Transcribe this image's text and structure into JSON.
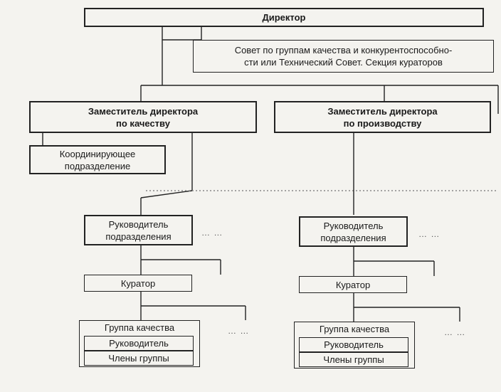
{
  "director": "Директор",
  "council": {
    "line1": "Совет по группам качества и конкурентоспособно-",
    "line2": "сти или Технический Совет. Секция кураторов"
  },
  "deputy_quality": {
    "line1": "Заместитель директора",
    "line2": "по качеству"
  },
  "deputy_production": {
    "line1": "Заместитель директора",
    "line2": "по производству"
  },
  "coordinating_unit": {
    "line1": "Координирующее",
    "line2": "подразделение"
  },
  "left_branch": {
    "head": {
      "line1": "Руководитель",
      "line2": "подразделения"
    },
    "curator": "Куратор",
    "group": {
      "title": "Группа качества",
      "leader": "Руководитель",
      "members": "Члены группы"
    }
  },
  "right_branch": {
    "head": {
      "line1": "Руководитель",
      "line2": "подразделения"
    },
    "curator": "Куратор",
    "group": {
      "title": "Группа качества",
      "leader": "Руководитель",
      "members": "Члены группы"
    }
  },
  "ellipsis": "…  …"
}
